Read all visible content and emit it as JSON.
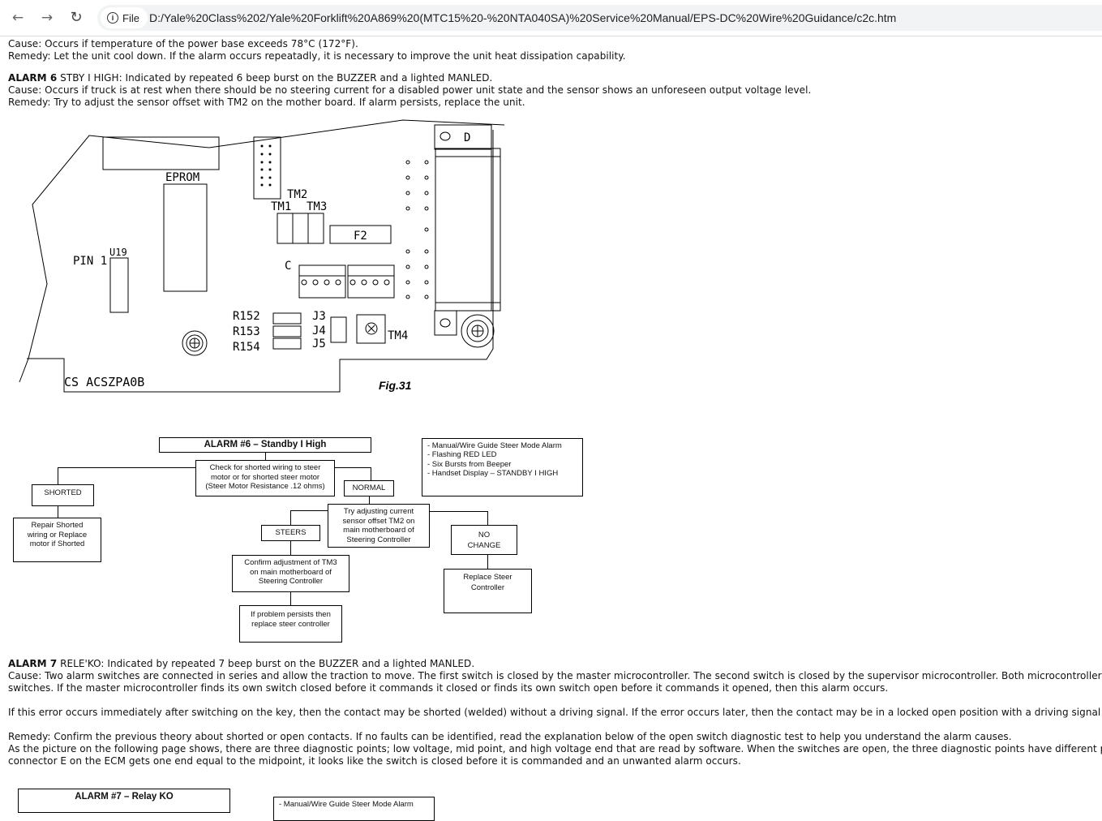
{
  "browser": {
    "back_icon": "arrow-left-icon",
    "forward_icon": "arrow-right-icon",
    "reload_icon": "reload-icon",
    "security_chip": "File",
    "url": "D:/Yale%20Class%202/Yale%20Forklift%20A869%20(MTC15%20-%20NTA040SA)%20Service%20Manual/EPS-DC%20Wire%20Guidance/c2c.htm"
  },
  "alarm5": {
    "cause": "Cause: Occurs if temperature of the power base exceeds 78°C (172°F).",
    "remedy": "Remedy: Let the unit cool down. If the alarm occurs repeatadly, it is necessary to improve the unit heat dissipation capability."
  },
  "alarm6": {
    "label": "ALARM 6",
    "title_rest": " STBY I HIGH: Indicated by repeated 6 beep burst on the BUZZER and a lighted MANLED.",
    "cause": "Cause: Occurs if truck is at rest when there should be no steering current for a disabled power unit state and the sensor shows an unforeseen output voltage level.",
    "remedy": "Remedy: Try to adjust the sensor offset with TM2 on the mother board. If alarm persists, replace the unit."
  },
  "figure31": {
    "caption": "Fig.31",
    "labels": {
      "eprom": "EPROM",
      "tm2": "TM2",
      "tm1": "TM1",
      "tm3": "TM3",
      "f2": "F2",
      "d": "D",
      "u19": "U19",
      "pin1": "PIN 1",
      "c": "C",
      "r152": "R152",
      "r153": "R153",
      "r154": "R154",
      "j3": "J3",
      "j4": "J4",
      "j5": "J5",
      "tm4": "TM4",
      "board_id": "CS ACSZPA0B"
    }
  },
  "flowchart6": {
    "title": "ALARM #6 – Standby I High",
    "info": [
      "- Manual/Wire Guide Steer Mode Alarm",
      "- Flashing RED LED",
      "- Six Bursts from Beeper",
      "- Handset Display – STANDBY I HIGH"
    ],
    "check": [
      "Check for shorted wiring to steer",
      "motor or for shorted steer motor",
      "(Steer Motor Resistance .12 ohms)"
    ],
    "shorted": "SHORTED",
    "normal": "NORMAL",
    "repair": [
      "Repair Shorted",
      "wiring or Replace",
      "motor if Shorted"
    ],
    "try": [
      "Try adjusting current",
      "sensor offset TM2 on",
      "main motherboard of",
      "Steering Controller"
    ],
    "steers": "STEERS",
    "no_change": [
      "NO",
      "CHANGE"
    ],
    "confirm": [
      "Confirm adjustment of TM3",
      "on main motherboard of",
      "Steering Controller"
    ],
    "replace": [
      "Replace Steer",
      "Controller"
    ],
    "persists": [
      "If problem persists then",
      "replace steer controller"
    ]
  },
  "alarm7": {
    "label": "ALARM 7",
    "title_rest": " RELE'KO: Indicated by repeated 7 beep burst on the BUZZER and a lighted MANLED.",
    "cause1": "Cause: Two alarm switches are connected in series and allow the traction to move. The first switch is closed by the master microcontroller. The second switch is closed by the supervisor microcontroller. Both microcontrollers",
    "cause2": "switches. If the master microcontroller finds its own switch closed before it commands it closed or finds its own switch open before it commands it opened, then this alarm occurs.",
    "error": "If this error occurs immediately after switching on the key, then the contact may be shorted (welded) without a driving signal. If the error occurs later, then the contact may be in a locked open position with a driving signal",
    "remedy1": "Remedy: Confirm the previous theory about shorted or open contacts. If no faults can be identified, read the explanation below of the open switch diagnostic test to help you understand the alarm causes.",
    "remedy2": "As the picture on the following page shows, there are three diagnostic points; low voltage, mid point, and high voltage end that are read by software. When the switches are open, the three diagnostic points have different p",
    "remedy3": "connector E on the ECM gets one end equal to the midpoint, it looks like the switch is closed before it is commanded and an unwanted alarm occurs."
  },
  "flowchart7": {
    "title": "ALARM #7 – Relay KO",
    "info_first": "- Manual/Wire Guide Steer Mode Alarm"
  }
}
